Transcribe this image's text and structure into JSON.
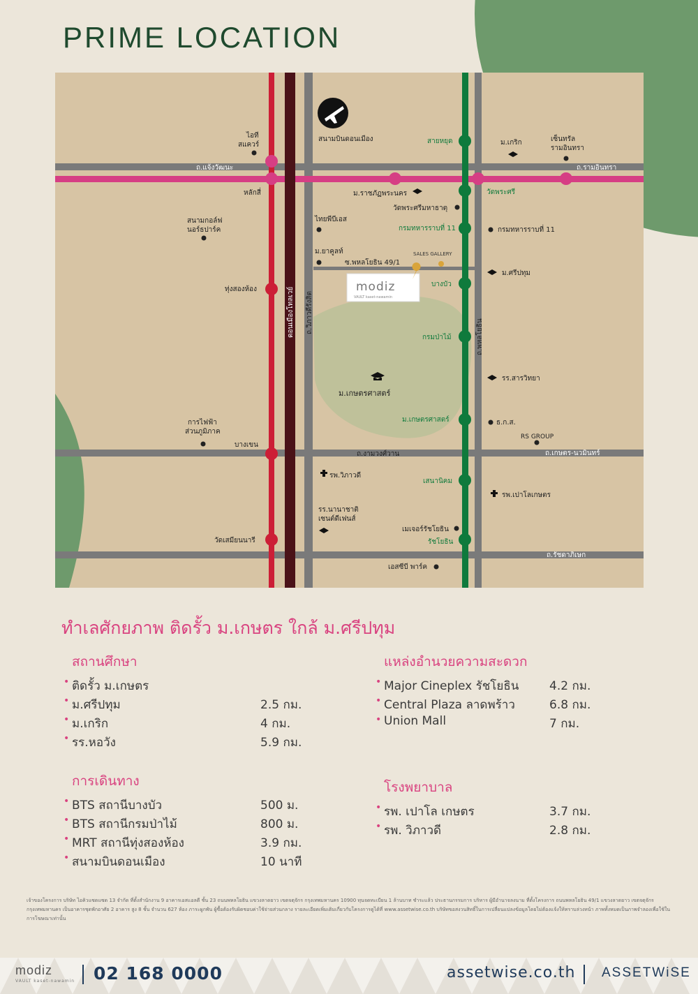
{
  "title": "PRIME LOCATION",
  "map": {
    "colors": {
      "bts_pink": "#d63e84",
      "mrt_red": "#cc1e36",
      "dark_line": "#4a1218",
      "green_line": "#0f7a3c",
      "road": "#7a7a7a",
      "land": "#d7c4a4",
      "park": "#bfc19a",
      "greenland": "#6e9a6c"
    },
    "roads": {
      "ngam_wong_wan_top": "ถ.แจ้งวัฒนะ",
      "ram_inthra": "ถ.รามอินทรา",
      "ngam_wong_wan": "ถ.งามวงศ์วาน",
      "kaset_nawamin": "ถ.เกษตร-นวมินทร์",
      "ratchada": "ถ.รัชดาภิเษก",
      "don_mueang_tollway": "ดอนเมืองโทลเวย์",
      "vibhavadi": "ถ.วิภาวดีรังสิต",
      "phahonyothin": "ถ.พหลโยธิน",
      "soi": "ซ.พหลโยธิน 49/1"
    },
    "places": {
      "airport": "สนามบินดอนเมือง",
      "it_square_1": "ไอที",
      "it_square_2": "สแควร์",
      "lak_si": "หลักสี่",
      "golf_1": "สนามกอล์ฟ",
      "golf_2": "นอร์ธปาร์ค",
      "thai_pbs": "ไทยพีบีเอส",
      "siam_yakult": "ม.ยาคูลท์",
      "thung_song_hong": "ทุ่งสองห้อง",
      "rajabhat": "ม.ราชภัฏพระนคร",
      "wat_phra_si": "วัดพระศรีมหาธาตุ",
      "army_11": "กรมทหารราบที่ 11",
      "army_11b": "กรมทหารราบที่ 11",
      "sales_gallery": "SALES GALLERY",
      "bang_bua": "บางบัว",
      "kasetsart_1": "ม.เกษตรศาสตร์",
      "royal_forest": "กรมป่าไม้",
      "bts_kasetsart": "ม.เกษตรศาสตร์",
      "bang_khen": "บางเขน",
      "egat_1": "การไฟฟ้า",
      "egat_2": "ส่วนภูมิภาค",
      "vibhavadi_hosp": "รพ.วิภาวดี",
      "sena_nikhom": "เสนานิคม",
      "paolo": "รพ.เปาโลเกษตร",
      "school_1": "รร.นานาชาติ",
      "school_2": "เซนต์ดีเฟนส์",
      "major": "เมเจอร์รัชโยธิน",
      "ratchayothin": "รัชโยธิน",
      "wat_samian": "วัดเสมียนนารี",
      "sc_park": "เอสซีบี พาร์ค",
      "saphan_mai": "สายหยุด",
      "kasem": "ม.เกริก",
      "central_1": "เซ็นทรัล",
      "central_2": "รามอินทรา",
      "wat_phra_si_st": "วัดพระศรี",
      "army_11_st": "กรมทหารราบที่ 11",
      "sripatum": "ม.ศรีปทุม",
      "sarawitthaya": "รร.สารวิทยา",
      "baac": "ธ.ก.ส.",
      "rs_group": "RS GROUP"
    },
    "project_logo": "modiz",
    "project_sub": "VAULT kaset-nawamin"
  },
  "headline": "ทำเลศักยภาพ ติดรั้ว ม.เกษตร ใกล้ ม.ศรีปทุม",
  "sections": {
    "education": {
      "title": "สถานศึกษา",
      "items": [
        {
          "name": "ติดรั้ว ม.เกษตร",
          "dist": ""
        },
        {
          "name": "ม.ศรีปทุม",
          "dist": "2.5 กม."
        },
        {
          "name": "ม.เกริก",
          "dist": "4 กม."
        },
        {
          "name": "รร.หอวัง",
          "dist": "5.9 กม."
        }
      ]
    },
    "convenience": {
      "title": "แหล่งอำนวยความสะดวก",
      "items": [
        {
          "name": "Major Cineplex รัชโยธิน",
          "dist": "4.2 กม."
        },
        {
          "name": "Central Plaza ลาดพร้าว",
          "dist": "6.8 กม."
        },
        {
          "name": "Union Mall",
          "dist": "7 กม."
        }
      ]
    },
    "transport": {
      "title": "การเดินทาง",
      "items": [
        {
          "name": "BTS สถานีบางบัว",
          "dist": "500 ม."
        },
        {
          "name": "BTS สถานีกรมป่าไม้",
          "dist": "800 ม."
        },
        {
          "name": "MRT สถานีทุ่งสองห้อง",
          "dist": "3.9 กม."
        },
        {
          "name": "สนามบินดอนเมือง",
          "dist": "10 นาที"
        }
      ]
    },
    "hospital": {
      "title": "โรงพยาบาล",
      "items": [
        {
          "name": "รพ. เปาโล เกษตร",
          "dist": "3.7 กม."
        },
        {
          "name": "รพ. วิภาวดี",
          "dist": "2.8 กม."
        }
      ]
    }
  },
  "disclaimer": "เจ้าของโครงการ บริษัท ไอคิวแซดแซด 13 จำกัด ที่ตั้งสำนักงาน 9 อาคารเอสแอลดี ชั้น 23 ถนนพหลโยธิน แขวงลาดยาว เขตจตุจักร กรุงเทพมหานคร 10900 ทุนจดทะเบียน 1 ล้านบาท ชำระแล้ว ประธานกรรมการ บริหาร ผู้มีอำนาจลงนาม ที่ตั้งโครงการ ถนนพหลโยธิน 49/1 แขวงลาดยาว เขตจตุจักร กรุงเทพมหานคร เป็นอาคารชุดพักอาศัย 2 อาคาร สูง 8 ชั้น จำนวน 627 ห้อง ภาระผูกพัน ผู้ซื้อต้องรับผิดชอบค่าใช้จ่ายส่วนกลาง รายละเอียดเพิ่มเติมเกี่ยวกับโครงการดูได้ที่ www.assetwise.co.th บริษัทขอสงวนสิทธิ์ในการเปลี่ยนแปลงข้อมูลโดยไม่ต้องแจ้งให้ทราบล่วงหน้า ภาพทั้งหมดเป็นภาพจำลองเพื่อใช้ในการโฆษณาเท่านั้น",
  "footer": {
    "brand": "modiz",
    "brand_sub": "VAULT kaset-nawamin",
    "phone": "02 168 0000",
    "website": "assetwise.co.th",
    "logo": "ASSETWiSE"
  }
}
